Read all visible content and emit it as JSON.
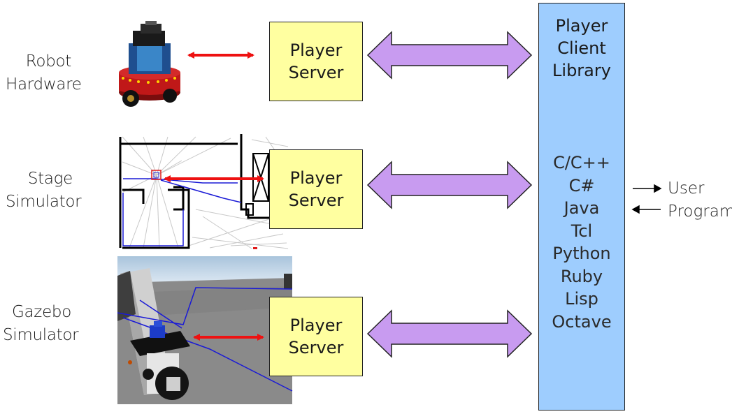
{
  "rows": [
    {
      "label_line1": "Robot",
      "label_line2": "Hardware",
      "server_line1": "Player",
      "server_line2": "Server"
    },
    {
      "label_line1": "Stage",
      "label_line2": "Simulator",
      "server_line1": "Player",
      "server_line2": "Server"
    },
    {
      "label_line1": "Gazebo",
      "label_line2": "Simulator",
      "server_line1": "Player",
      "server_line2": "Server"
    }
  ],
  "client_library": {
    "title": [
      "Player",
      "Client",
      "Library"
    ],
    "languages": [
      "C/C++",
      "C#",
      "Java",
      "Tcl",
      "Python",
      "Ruby",
      "Lisp",
      "Octave"
    ]
  },
  "user_program": {
    "line1": "User",
    "line2": "Program"
  },
  "colors": {
    "server_fill": "#ffffa0",
    "client_fill": "#9ecdfe",
    "big_arrow_fill": "#c89bf0",
    "red_arrow": "#ee1111"
  }
}
